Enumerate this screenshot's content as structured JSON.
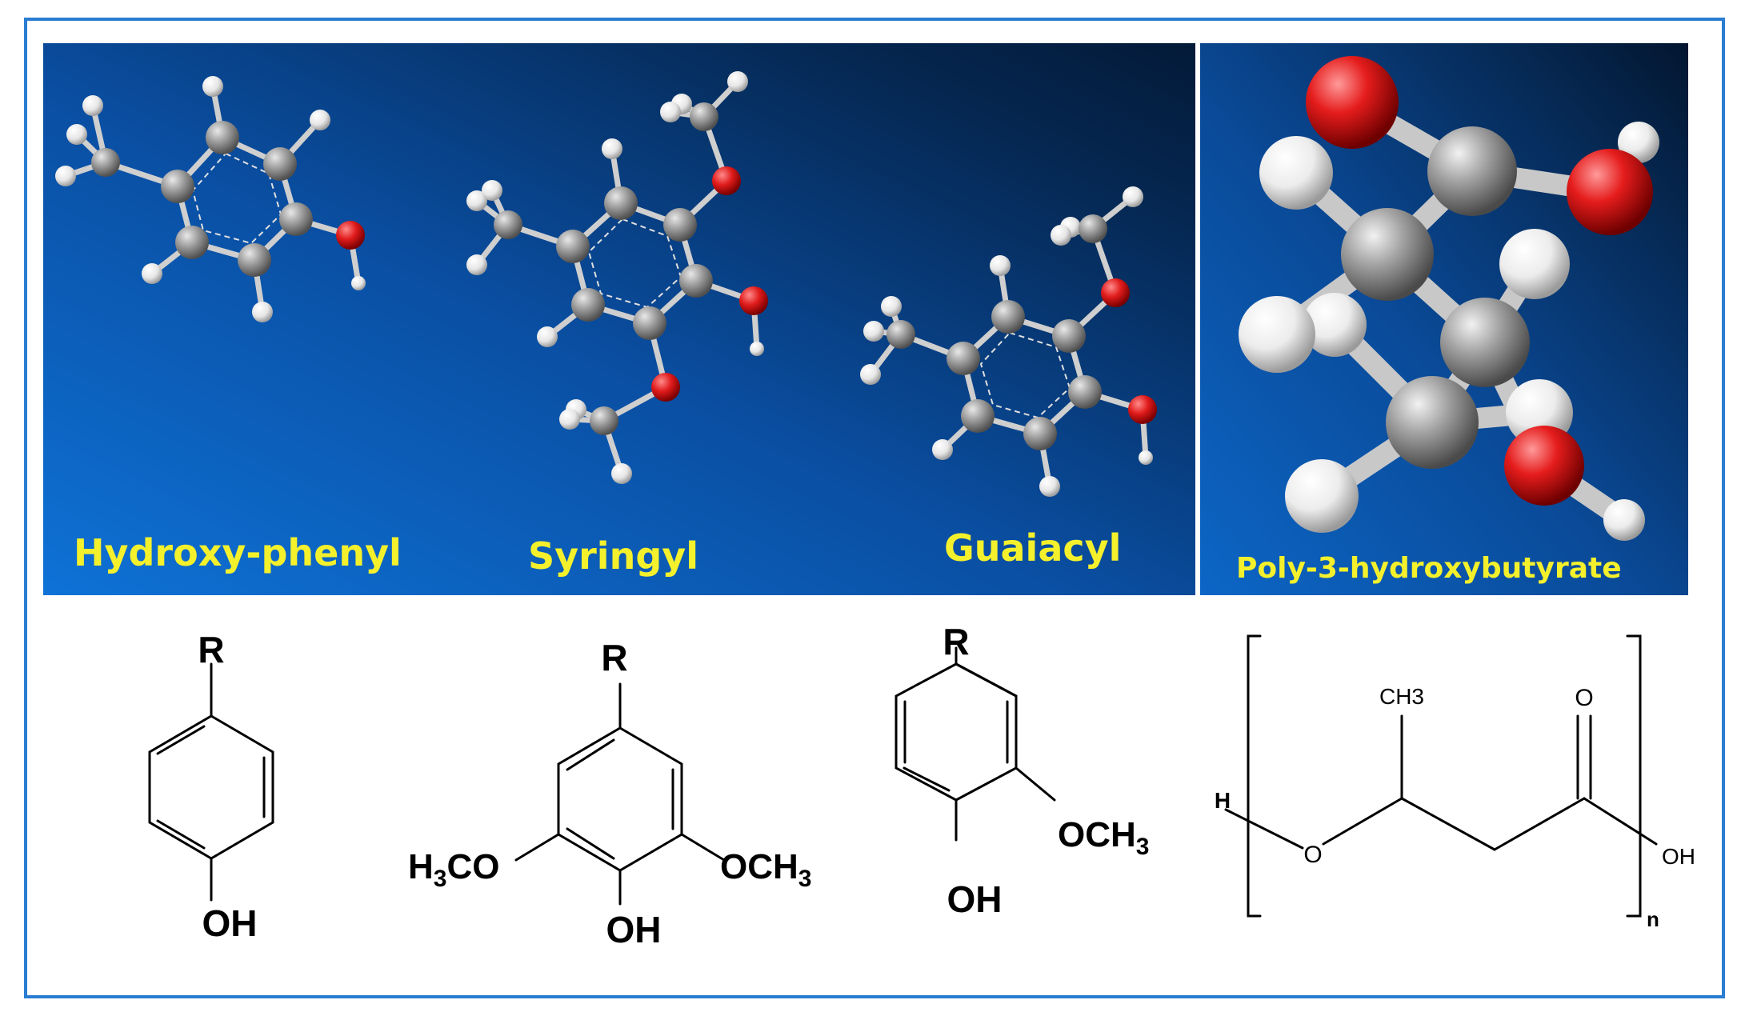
{
  "top_panel": {
    "labels": {
      "hydroxyphenyl": "Hydroxy-phenyl",
      "syringyl": "Syringyl",
      "guaiacyl": "Guaiacyl",
      "phb": "Poly-3-hydroxybutyrate"
    }
  },
  "structures": {
    "hydroxyphenyl": {
      "r": "R",
      "oh": "OH"
    },
    "syringyl": {
      "r": "R",
      "left_main": "H",
      "left_sub": "3",
      "left_end": "CO",
      "right_main": "OCH",
      "right_sub": "3",
      "oh": "OH"
    },
    "guaiacyl": {
      "r": "R",
      "right_main": "OCH",
      "right_sub": "3",
      "oh": "OH"
    },
    "phb": {
      "h": "H",
      "o": "O",
      "ch3": "CH3",
      "carbonyl_o": "O",
      "oh": "OH",
      "n": "n"
    }
  },
  "colors": {
    "frame": "#2a7dd1",
    "label": "#f4f12c",
    "carbon": "#8f8f8f",
    "oxygen": "#e01b1b",
    "hydrogen": "#f2f2f2"
  }
}
